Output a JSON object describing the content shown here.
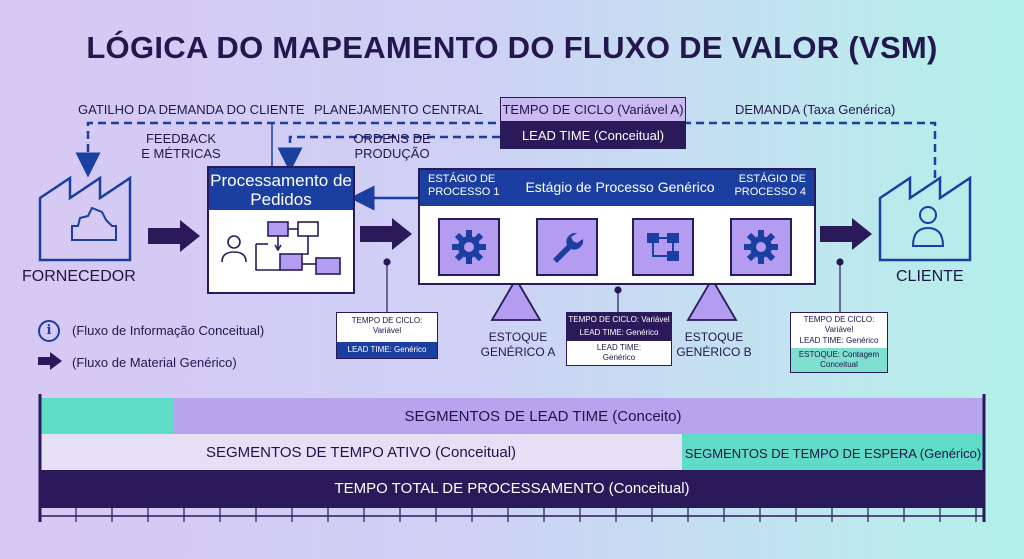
{
  "title": "LÓGICA DO MAPEAMENTO DO FLUXO DE VALOR (VSM)",
  "top_labels": {
    "trigger": "GATILHO DA DEMANDA DO CLIENTE",
    "planning": "PLANEJAMENTO CENTRAL",
    "demand": "DEMANDA (Taxa Genérica)",
    "feedback": "FEEDBACK E MÉTRICAS",
    "orders": "ORDENS DE PRODUÇÃO"
  },
  "cycle_time_top": "TEMPO DE CICLO (Variável A)",
  "lead_time_top": "LEAD TIME (Conceitual)",
  "supplier": "FORNECEDOR",
  "customer": "CLIENTE",
  "order_processing": "Processamento de Pedidos",
  "process": {
    "stage1": "ESTÁGIO DE PROCESSO 1",
    "title": "Estágio de Processo Genérico",
    "stage4": "ESTÁGIO DE PROCESSO 4"
  },
  "stock_a": "ESTOQUE GENÉRICO A",
  "stock_b": "ESTOQUE GENÉRICO B",
  "data_box_1": {
    "cycle": "TEMPO DE CICLO: Variável",
    "lead": "LEAD TIME: Genérico"
  },
  "data_box_2": {
    "cycle": "TEMPO DE CICLO: Variável",
    "lead": "LEAD TIME: Genérico",
    "lead2": "LEAD TIME: Genérico"
  },
  "data_box_3": {
    "cycle": "TEMPO DE CICLO: Variável",
    "lead": "LEAD TIME: Genérico",
    "stock": "ESTOQUE: Contagem Conceitual"
  },
  "legend": {
    "info": "(Fluxo de Informação Conceitual)",
    "material": "(Fluxo de Material Genérico)"
  },
  "timeline": {
    "lead_segments": "SEGMENTOS DE LEAD TIME (Conceito)",
    "active_segments": "SEGMENTOS DE TEMPO ATIVO (Conceitual)",
    "wait_segments": "SEGMENTOS DE TEMPO DE ESPERA (Genérico)",
    "total": "TEMPO TOTAL DE PROCESSAMENTO (Conceitual)"
  },
  "colors": {
    "navy": "#2a1a5a",
    "blue": "#1b3fa0",
    "lavender": "#b49cf0",
    "teal": "#5fdcc8"
  },
  "icons": [
    "factory-icon",
    "gear-icon",
    "wrench-icon",
    "flowchart-icon",
    "person-icon",
    "info-icon",
    "arrow-icon"
  ]
}
